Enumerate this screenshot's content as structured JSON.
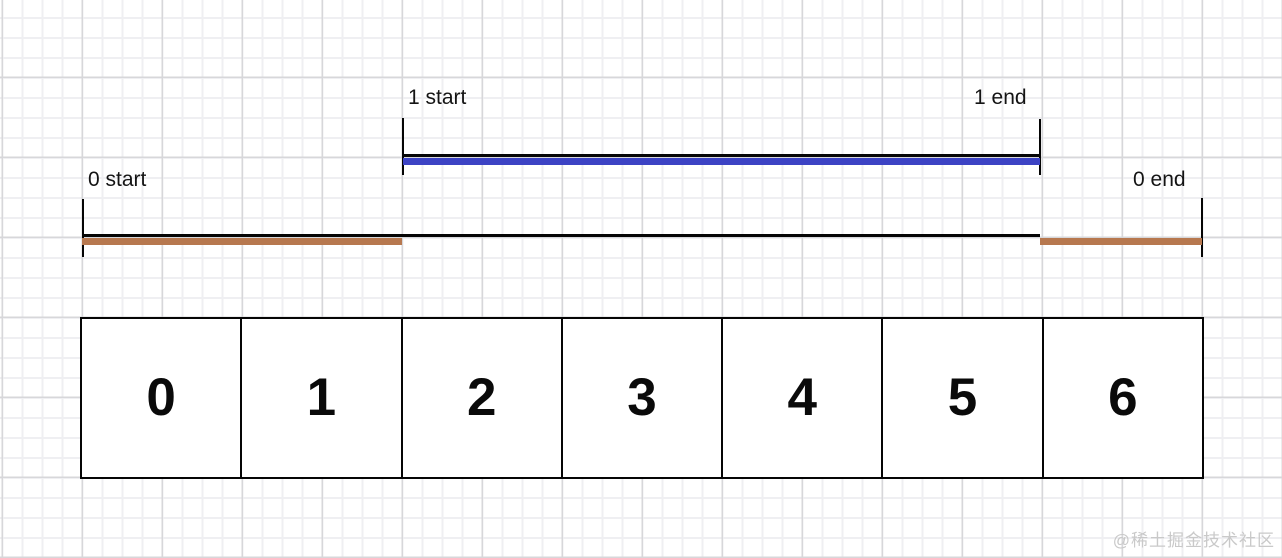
{
  "diagram": {
    "intervals": [
      {
        "id": "1",
        "start_label": "1 start",
        "end_label": "1 end",
        "color": "#3c43c4"
      },
      {
        "id": "0",
        "start_label": "0 start",
        "end_label": "0 end",
        "color": "#b7784f"
      }
    ],
    "array_cells": [
      "0",
      "1",
      "2",
      "3",
      "4",
      "5",
      "6"
    ],
    "watermark": "@稀土掘金技术社区",
    "colors": {
      "line_black": "#050505",
      "interval_1_blue": "#3c43c4",
      "interval_0_brown": "#b7784f",
      "grid_minor": "#efeff2",
      "grid_major": "#d7d7da",
      "watermark_gray": "#c9c9c9"
    }
  }
}
